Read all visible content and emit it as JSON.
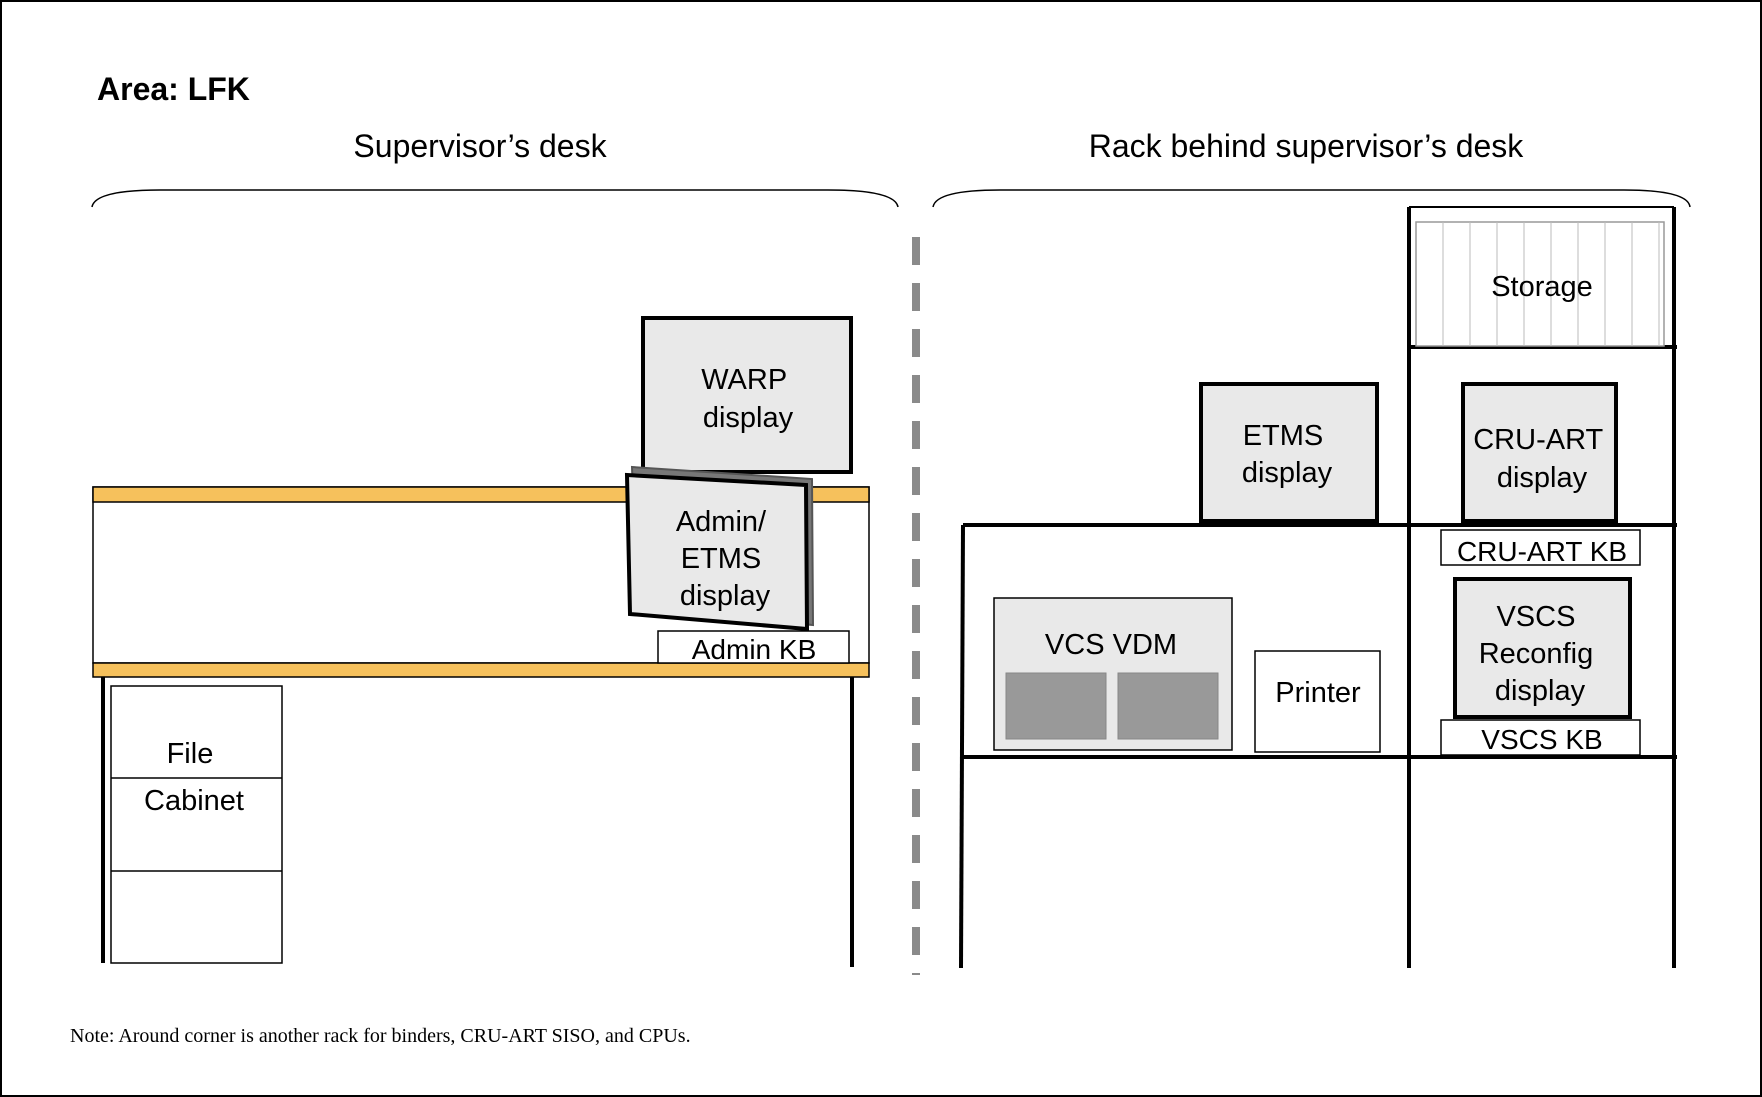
{
  "area_title": "Area: LFK",
  "sections": {
    "desk_title": "Supervisor’s desk",
    "rack_title": "Rack behind supervisor’s desk"
  },
  "desk": {
    "warp_display": [
      "WARP",
      "display"
    ],
    "admin_display": [
      "Admin/",
      "ETMS",
      "display"
    ],
    "admin_kb": "Admin KB",
    "file_cabinet": [
      "File",
      "Cabinet"
    ]
  },
  "rack": {
    "etms_display": [
      "ETMS",
      "display"
    ],
    "storage": "Storage",
    "cru_art_display": [
      "CRU-ART",
      "display"
    ],
    "cru_art_kb": "CRU-ART KB",
    "vcs_vdm": "VCS VDM",
    "printer": "Printer",
    "vscs_display": [
      "VSCS",
      "Reconfig",
      "display"
    ],
    "vscs_kb": "VSCS KB"
  },
  "note": "Note: Around corner is another rack for binders, CRU-ART SISO, and CPUs.",
  "colors": {
    "desk_edge": "#f6c15c",
    "monitor_fill": "#e9e9e9",
    "vdm_screen": "#999999",
    "divider": "#8a8a8a",
    "storage_lines": "#bbbbbb"
  }
}
